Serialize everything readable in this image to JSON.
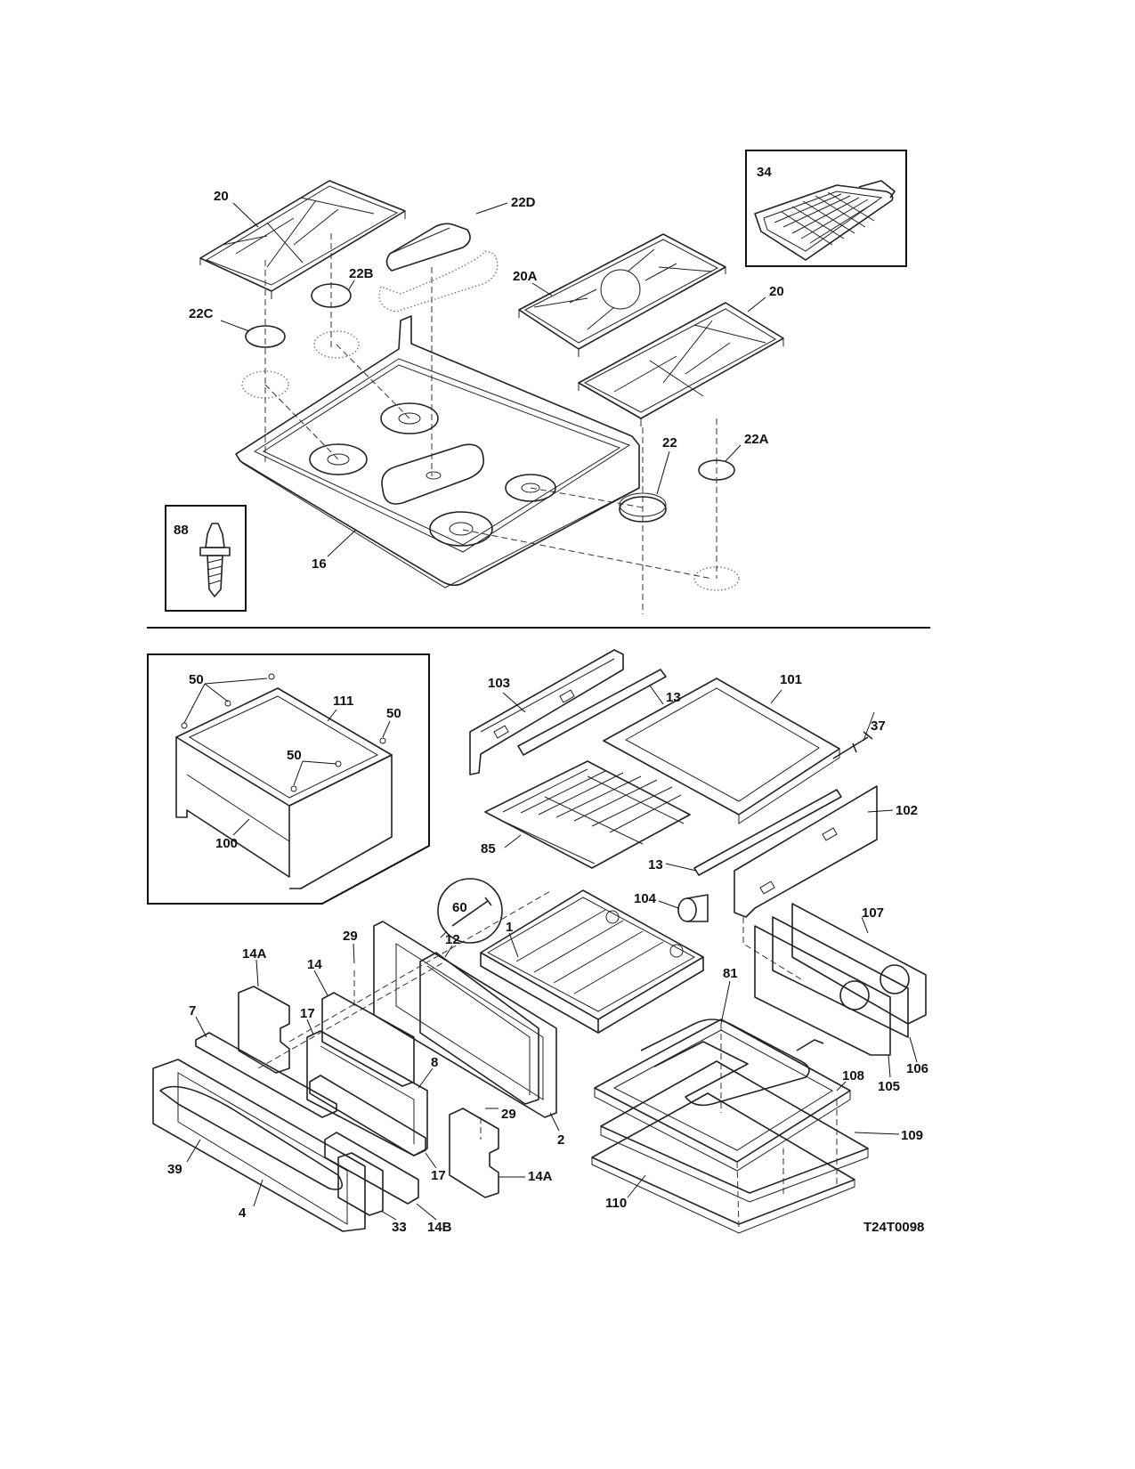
{
  "diagram_code": "T24T0098",
  "labels": {
    "cooktop": {
      "grate_left": "20",
      "cap_22d": "22D",
      "cap_22b": "22B",
      "cap_22c": "22C",
      "grate_center": "20A",
      "grate_right": "20",
      "cap_22": "22",
      "cap_22a": "22A",
      "cooktop_16": "16",
      "griddle_34": "34",
      "bolt_88": "88"
    },
    "oven": {
      "screw_50a": "50",
      "screw_50b": "50",
      "screw_50c": "50",
      "panel_111": "111",
      "bracket_100": "100",
      "side_103": "103",
      "rail_13a": "13",
      "top_101": "101",
      "wire_37": "37",
      "rack_85": "85",
      "rail_13b": "13",
      "side_102": "102",
      "bolt_60": "60",
      "liner_1": "1",
      "knob_104": "104",
      "back_107": "107",
      "stop_29a": "29",
      "gasket_12": "12",
      "insul_14a_top": "14A",
      "insul_14": "14",
      "trim_7": "7",
      "channel_17a": "17",
      "glass_8": "8",
      "frame_2": "2",
      "stop_29b": "29",
      "element_81": "81",
      "bottom_108": "108",
      "shield_105": "105",
      "shield_106": "106",
      "tray_109": "109",
      "handle_39": "39",
      "channel_17b": "17",
      "insul_14a_bottom": "14A",
      "door_4": "4",
      "seal_33": "33",
      "insul_14b": "14B",
      "pan_110": "110"
    }
  }
}
